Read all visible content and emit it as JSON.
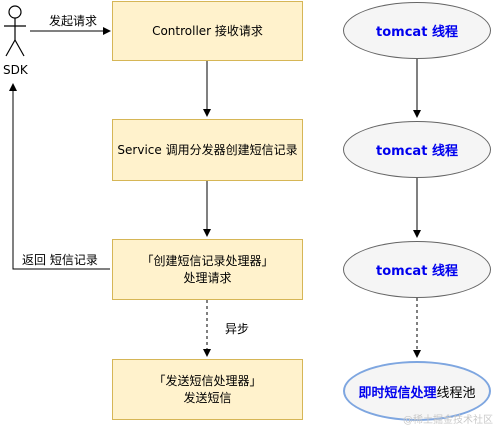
{
  "actor": {
    "label": "SDK"
  },
  "edges": {
    "request": "发起请求",
    "return": "返回 短信记录",
    "async": "异步"
  },
  "boxes": [
    {
      "lines": [
        "Controller 接收请求"
      ]
    },
    {
      "lines": [
        "Service 调用分发器创建短信记录"
      ]
    },
    {
      "lines": [
        "「创建短信记录处理器」",
        "处理请求"
      ]
    },
    {
      "lines": [
        "「发送短信处理器」",
        "发送短信"
      ]
    }
  ],
  "threads": [
    {
      "label": "tomcat 线程"
    },
    {
      "label": "tomcat 线程"
    },
    {
      "label": "tomcat 线程"
    }
  ],
  "pool": {
    "highlight": "即时短信处理",
    "rest": "线程池"
  },
  "watermark": "@稀土掘金技术社区",
  "colors": {
    "box_fill": "#fff2cc",
    "box_border": "#d6b656",
    "ellipse_fill": "#f5f5f5",
    "ellipse_border": "#666666",
    "thread_text": "#0000ee",
    "pool_border": "#7ea6e0"
  }
}
